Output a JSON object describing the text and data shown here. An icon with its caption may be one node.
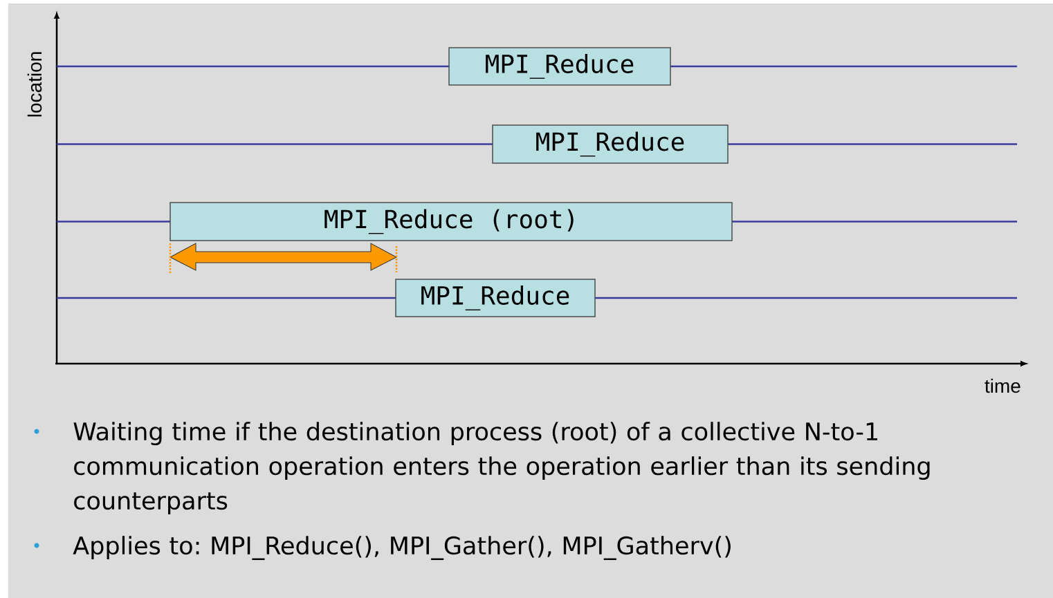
{
  "diagram": {
    "nodes": [
      {
        "text": [
          "MPI_Reduce"
        ]
      },
      {
        "text": [
          "MPI_Reduce"
        ]
      },
      {
        "text": [
          "MPI_Reduce (root)"
        ]
      },
      {
        "text": [
          "MPI_Reduce"
        ]
      }
    ],
    "edges": [],
    "labels": [
      "location",
      "time",
      "Waiting time if the destination process (root) of a collective N-to-1 communication operation enters the operation earlier than its sending counterparts",
      "Applies to: MPI_Reduce(), MPI_Gather(), MPI_Gatherv()"
    ]
  }
}
